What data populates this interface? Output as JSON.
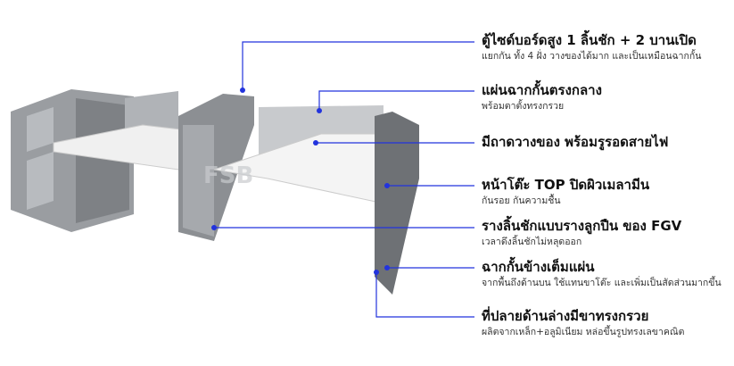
{
  "watermark": "FSB",
  "colors": {
    "line": "#2233dd",
    "panel": "#8f9296",
    "top": "#f2f2f2",
    "dark": "#5c5f63"
  },
  "features": [
    {
      "title": "ตู้ไซด์บอร์ดสูง 1 ลิ้นชัก + 2 บานเปิด",
      "subtitle": "แยกกัน ทั้ง 4 ฝั่ง วางของได้มาก และเป็นเหมือนฉากกั้น"
    },
    {
      "title": "แผ่นฉากกั้นตรงกลาง",
      "subtitle": "พร้อมตาตั้งทรงกรวย"
    },
    {
      "title": "มีถาดวางของ พร้อมรูรอดสายไฟ",
      "subtitle": ""
    },
    {
      "title": "หน้าโต๊ะ TOP ปิดผิวเมลามีน",
      "subtitle": "กันรอย กันความชื้น"
    },
    {
      "title": "รางลิ้นชักแบบรางลูกปืน ของ FGV",
      "subtitle": "เวลาดึงลิ้นชักไม่หลุดออก"
    },
    {
      "title": "ฉากกั้นข้างเต็มแผ่น",
      "subtitle": "จากพื้นถึงด้านบน ใช้แทนขาโต๊ะ และเพิ่มเป็นสัดส่วนมากขึ้น"
    },
    {
      "title": "ที่ปลายด้านล่างมีขาทรงกรวย",
      "subtitle": "ผลิตจากเหล็ก+อลูมิเนียม หล่อขึ้นรูปทรงเลขาคณิต"
    }
  ]
}
